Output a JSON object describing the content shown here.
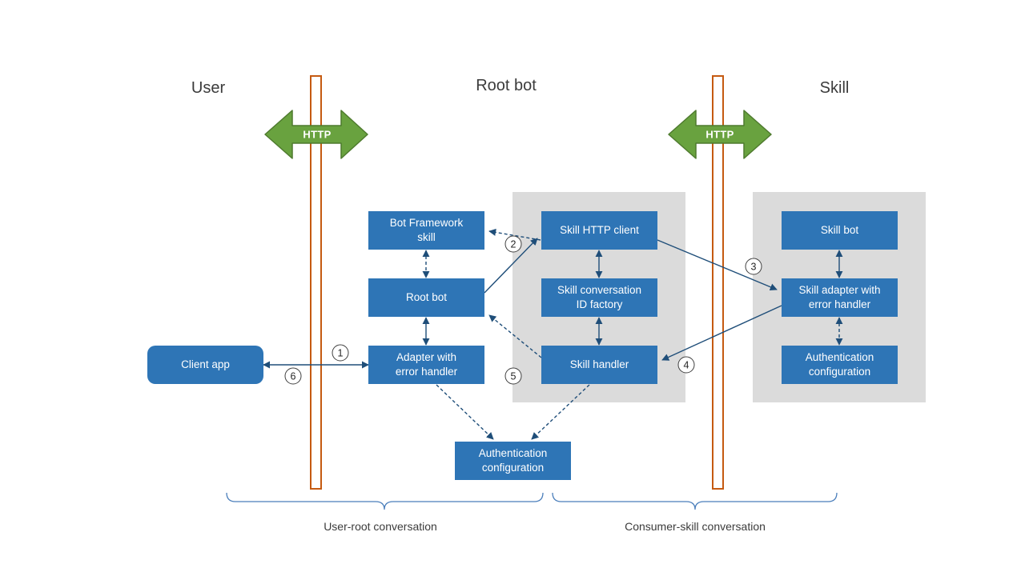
{
  "colors": {
    "box-blue": "#2E75B6",
    "panel-gray": "#DBDBDB",
    "arrow-navy": "#1F4E79",
    "green-fill": "#69A23F",
    "green-stroke": "#4E7A2E",
    "orange": "#C55A11",
    "brace-blue": "#4A7EBB",
    "text-dark": "#3B3B3B",
    "circle-border": "#404040"
  },
  "headers": {
    "user": "User",
    "root_bot": "Root bot",
    "skill": "Skill"
  },
  "http": {
    "left_label": "HTTP",
    "right_label": "HTTP"
  },
  "boxes": {
    "client_app": "Client app",
    "bot_framework_skill": "Bot Framework\nskill",
    "root_bot": "Root bot",
    "adapter": "Adapter with\nerror handler",
    "auth_config_root": "Authentication\nconfiguration",
    "skill_http_client": "Skill HTTP client",
    "skill_conversation_id_factory": "Skill conversation\nID factory",
    "skill_handler": "Skill handler",
    "skill_bot": "Skill bot",
    "skill_adapter": "Skill adapter with\nerror handler",
    "auth_config_skill": "Authentication\nconfiguration"
  },
  "steps": {
    "step1": "1",
    "step2": "2",
    "step3": "3",
    "step4": "4",
    "step5": "5",
    "step6": "6"
  },
  "captions": {
    "left": "User-root conversation",
    "right": "Consumer-skill conversation"
  }
}
